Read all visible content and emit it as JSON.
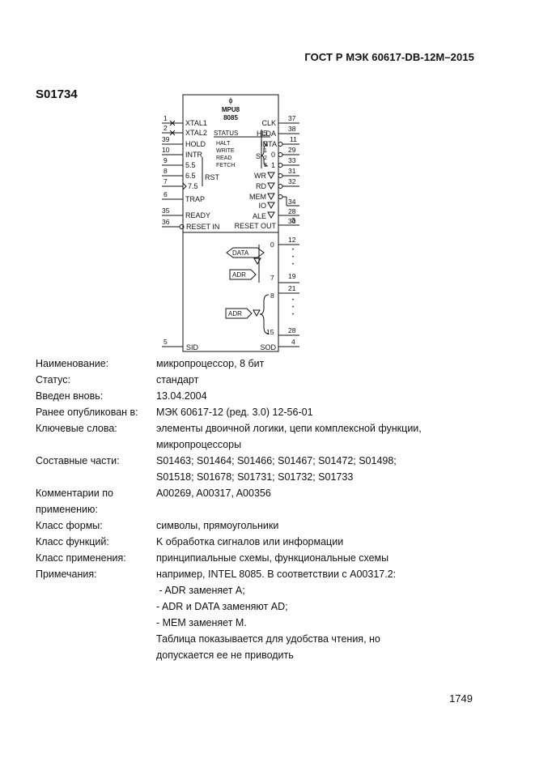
{
  "document": {
    "header": "ГОСТ Р МЭК 60617-DB-12M–2015",
    "symbol_id": "S01734",
    "page_number": "1749"
  },
  "diagram": {
    "phi": "ϕ",
    "title1": "MPU8",
    "title2": "8085",
    "status_title": "STATUS",
    "status_s": "S",
    "status_items": [
      "HALT",
      "WRITE",
      "READ",
      "FETCH"
    ],
    "status_nums": [
      "0",
      "1",
      "2",
      "3"
    ],
    "left_pins": [
      {
        "num": "1",
        "label": "XTAL1"
      },
      {
        "num": "2",
        "label": "XTAL2"
      },
      {
        "num": "39",
        "label": "HOLD"
      },
      {
        "num": "10",
        "label": "INTR"
      },
      {
        "num": "9",
        "label": "5.5"
      },
      {
        "num": "8",
        "label": "6.5"
      },
      {
        "num": "7",
        "label": "7.5"
      },
      {
        "num": "6",
        "label": "TRAP"
      },
      {
        "num": "35",
        "label": "READY"
      },
      {
        "num": "36",
        "label": "RESET IN"
      },
      {
        "num": "5",
        "label": "SID"
      }
    ],
    "rst_label": "RST",
    "right_pins": [
      {
        "num": "37",
        "label": "CLK"
      },
      {
        "num": "38",
        "label": "HLDA"
      },
      {
        "num": "11",
        "label": "INTA"
      },
      {
        "num": "29",
        "label": "0"
      },
      {
        "num": "33",
        "label": "1"
      },
      {
        "num": "31",
        "label": "WR"
      },
      {
        "num": "32",
        "label": "RD"
      },
      {
        "num": "34",
        "label": "MEM"
      },
      {
        "num": "28",
        "label": "IO"
      },
      {
        "num": "30",
        "label": "ALE"
      },
      {
        "num": "3",
        "label": "RESET OUT"
      },
      {
        "num": "4",
        "label": "SOD"
      }
    ],
    "s_label": "S",
    "data_label": "DATA",
    "adr_label": "ADR",
    "adr2_label": "ADR",
    "bus1": {
      "top_idx": "0",
      "bottom_idx": "7",
      "top_pin": "12",
      "bottom_pin": "19"
    },
    "bus2": {
      "top_idx": "8",
      "bottom_idx": "15",
      "top_pin": "21",
      "bottom_pin": "28"
    },
    "dot": "•"
  },
  "attributes": [
    {
      "label": "Наименование:",
      "lines": [
        "микропроцессор, 8 бит"
      ]
    },
    {
      "label": "Статус:",
      "lines": [
        "стандарт"
      ]
    },
    {
      "label": "Введен вновь:",
      "lines": [
        "13.04.2004"
      ]
    },
    {
      "label": "Ранее опубликован в:",
      "lines": [
        "МЭК 60617-12 (ред. 3.0) 12-56-01"
      ]
    },
    {
      "label": "Ключевые слова:",
      "lines": [
        "элементы двоичной логики, цепи комплексной функции,",
        "микропроцессоры"
      ]
    },
    {
      "label": "Составные части:",
      "lines": [
        "S01463; S01464; S01466; S01467; S01472; S01498;",
        "S01518; S01678; S01731; S01732; S01733"
      ]
    },
    {
      "label": "Комментарии по применению:",
      "lines": [
        "A00269, A00317, A00356"
      ]
    },
    {
      "label": "Класс формы:",
      "lines": [
        "символы, прямоугольники"
      ]
    },
    {
      "label": "Класс функций:",
      "lines": [
        "K обработка сигналов или информации"
      ]
    },
    {
      "label": "Класс применения:",
      "lines": [
        "принципиальные схемы, функциональные схемы"
      ]
    },
    {
      "label": "Примечания:",
      "lines": [
        "например, INTEL 8085. В соответствии с A00317.2:",
        " - ADR заменяет A;",
        "- ADR и DATA заменяют AD;",
        "- MEM заменяет M.",
        "Таблица показывается для удобства чтения, но",
        "допускается ее не приводить"
      ]
    }
  ]
}
